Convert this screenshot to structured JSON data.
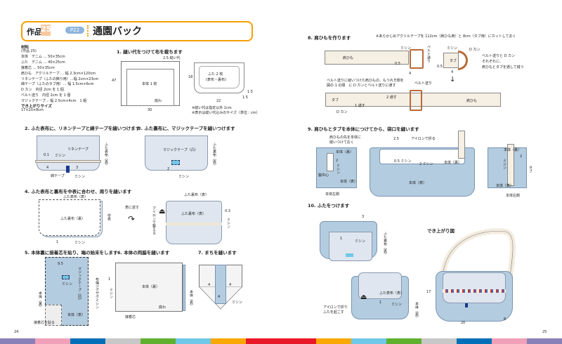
{
  "left_page": {
    "header": {
      "work_label": "作品",
      "work_number": "25",
      "page_ref": "P22",
      "title": "通園バック"
    },
    "materials": {
      "heading": "材料",
      "items": [
        "(作品 25)",
        "本体　デニム … 50×35cm",
        "ふた　デニム … 40×25cm",
        "接着芯 … 50×35cm",
        "肩ひも　アクリルテープ … 幅 2.3cm×120cm",
        "リネンテープ（ふたの飾り用）…幅 2cm×23cm",
        "綿テープ（ふたのタブ用）… 幅 1.5cm×6cm",
        "D カン　内径 2cm を 1 個",
        "ベルト送り　内径 2cm を 1 個",
        "マジックテープ… 幅 2.5cm×4cm　1 組"
      ]
    },
    "finished_size": {
      "heading": "でき上がりサイズ",
      "value": "17×20×8cm"
    },
    "step1": {
      "title": "1. 縫い代をつけて布を裁ちます",
      "seam": "2.5 縫い代",
      "h47": "47",
      "w30": "30",
      "body_label": "本体 1 枚",
      "fold": "底わ",
      "h18": "18",
      "w22": "22",
      "r1": "1.5",
      "r2": "1.5",
      "lid_label": "ふた 2 枚",
      "lid_sub": "(表布・裏布)",
      "note1": "※縫い代は指定以外 1cm",
      "note2": "※表示は縫い代込みのサイズ（単位：cm）"
    },
    "step2": {
      "title": "2. ふた表布に、リネンテープと綿テープを縫いつけます",
      "linen": "リネンテープ",
      "m01": "0.1",
      "sew1": "ミシン",
      "n4": "4",
      "n3": "3",
      "cotton": "綿テープ",
      "sew2": "ミシン",
      "lid_front": "ふた表布（表）"
    },
    "step3": {
      "title": "3. ふた裏布に、マジックテープを縫いつけます",
      "magic": "マジックテープ（凸）",
      "n2": "2",
      "sew": "ミシン",
      "lid_back": "ふた裏布（表）"
    },
    "step4": {
      "title": "4. ふた表布と裏布を中表に合わせ、周りを縫います",
      "top": "ふた表布（表）",
      "center": "ふた裏布（裏）",
      "face": "中表",
      "n1": "1",
      "sew": "ミシン",
      "turn": "表に返す",
      "top2": "ふた裏布（表）",
      "center2": "ふた裏布（表）",
      "iron": "アイロンで整える",
      "n03": "0.3",
      "sew2": "ミシン"
    },
    "step5": {
      "title": "5. 本体裏に接着芯を貼り、端の始末をします",
      "n95": "9.5",
      "magic": "マジックテープ（凹）",
      "sew": "ミシン",
      "zigzag": "布端ジグザグミシン",
      "body_back": "本体（裏）",
      "body_front": "本体（表）",
      "interfacing": "接着芯を貼る"
    },
    "step6": {
      "title": "6. 本体の両脇を縫います",
      "n1": "1",
      "sew": "ミシン",
      "center": "本体（裏）",
      "side": "本体（表）",
      "fold": "底わ",
      "interfacing": "接着芯"
    },
    "step7": {
      "title": "7. まちを縫います",
      "n4a": "4",
      "n4b": "4",
      "n4c": "4",
      "sew": "ミシン"
    },
    "page_number": "24"
  },
  "right_page": {
    "step8": {
      "title": "8. 肩ひもを作ります",
      "note": "※あらかじめアクリルテープを 112cm（肩ひも用）と 8cm（タブ用）にカットしておく",
      "strap": "肩ひも",
      "sew1": "ミシン",
      "belt": "ベルト送り",
      "n05a": "0.5",
      "n4a": "4",
      "sew2": "ミシン",
      "dring": "D カン",
      "tab": "タブ",
      "n05b": "0.5",
      "n4b": "4",
      "instr1": "ベルト送りと D カン",
      "instr2": "それぞれに、",
      "instr3": "肩ひもとタブを通して縫う",
      "instr4": "ベルト送りに縫いつけた肩ひもの、もう片方側を",
      "instr5": "図の 1 の順　に D カンとベルト送りに通す",
      "belt2": "ベルト送り",
      "tab2": "タブ",
      "through1": "1 通す",
      "through2": "2 通す",
      "dring2": "D カン",
      "strap2": "肩ひも"
    },
    "step9": {
      "title": "9. 肩ひもとタブを本体につけてから、袋口を縫います",
      "pre1": "肩ひもの先を本体に",
      "pre2": "縫いつけておく",
      "back_l": "本体（裏）",
      "n2l": "2",
      "sew_l": "ミシン",
      "side_center": "脇中心",
      "front_l": "本体（表）",
      "left_side": "本体左側",
      "n25": "2.5",
      "iron": "アイロンで折る",
      "sew05": "0.5 ミシン",
      "sew2": "2 ミシン",
      "back_c": "本体（裏）",
      "front_c": "本体（表）",
      "back_r": "本体（裏）",
      "n2r": "2",
      "sew_r": "ミシン",
      "tab": "タブ",
      "front_r": "本体（表）",
      "right_side": "本体右側"
    },
    "step10": {
      "title": "10. ふたをつけます",
      "n3": "3",
      "n1": "1",
      "sew": "ミシン",
      "lid_back": "ふた裏布（表）",
      "lid_front": "ふた表布（表）",
      "n1b": "1",
      "sew2": "ミシン",
      "iron": "アイロンで折り",
      "iron2": "ふたを起こす",
      "body": "本体（表）"
    },
    "finished": {
      "title": "でき上がり図",
      "h": "17",
      "w": "20",
      "d": "8"
    },
    "page_number": "25"
  },
  "colors": {
    "accent": "#f5a000",
    "bars_left": [
      "#8a80b8",
      "#f0a0b8",
      "#0070b8",
      "#c8c8c8",
      "#60b030",
      "#70c8e8",
      "#f8a800",
      "#e81828"
    ],
    "bars_right": [
      "#e81828",
      "#f8a800",
      "#70c8e8",
      "#60b030",
      "#c8c8c8",
      "#0070b8",
      "#f0a0b8",
      "#8a80b8"
    ]
  }
}
